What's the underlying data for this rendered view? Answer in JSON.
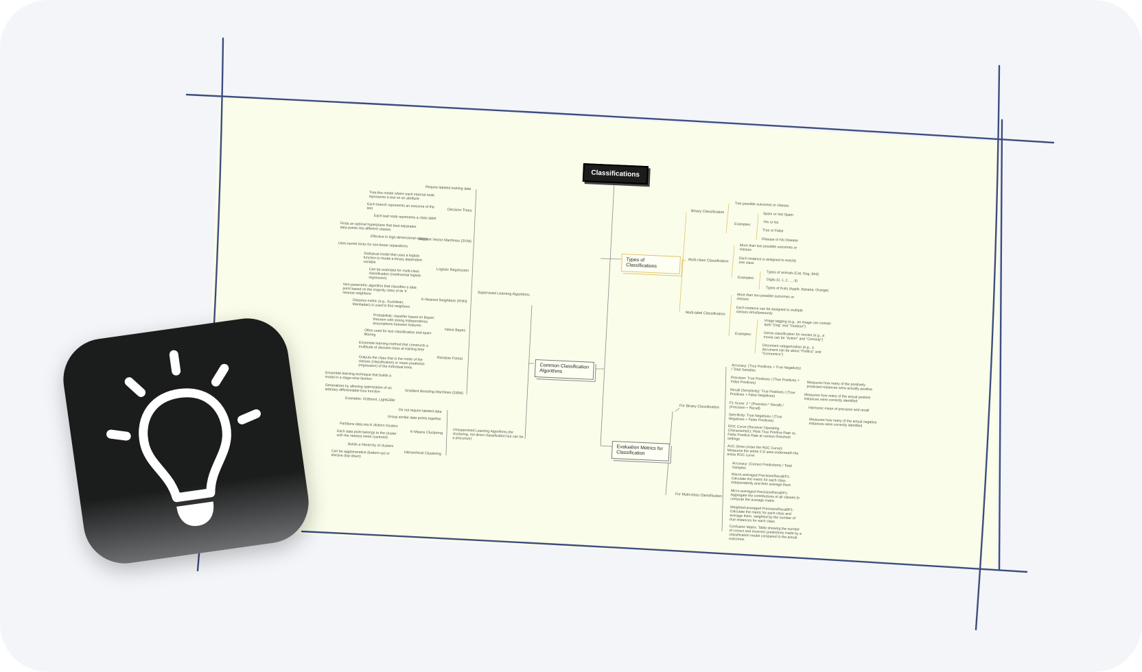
{
  "mindmap": {
    "root": "Classifications",
    "algorithms": {
      "title": "Common Classification Algorithms",
      "supervised": {
        "label": "Supervised Learning Algorithms",
        "requirement": "Require labeled training data",
        "decision_trees": {
          "label": "Decision Trees",
          "items": [
            "Tree-like model where each internal node represents a test on an attribute",
            "Each branch represents an outcome of the test",
            "Each leaf node represents a class label"
          ]
        },
        "svm": {
          "label": "Support Vector Machines (SVM)",
          "items": [
            "Finds an optimal hyperplane that best separates data points into different classes",
            "Effective in high-dimensional spaces",
            "Uses kernel tricks for non-linear separations"
          ]
        },
        "logistic": {
          "label": "Logistic Regression",
          "items": [
            "Statistical model that uses a logistic function to model a binary dependent variable",
            "Can be extended for multi-class classification (multinomial logistic regression)"
          ]
        },
        "knn": {
          "label": "K-Nearest Neighbors (KNN)",
          "items": [
            "Non-parametric algorithm that classifies a data point based on the majority class of its 'k' nearest neighbors",
            "Distance metric (e.g., Euclidean, Manhattan) is used to find neighbors"
          ]
        },
        "naive_bayes": {
          "label": "Naive Bayes",
          "items": [
            "Probabilistic classifier based on Bayes' theorem with strong independence assumptions between features",
            "Often used for text classification and spam filtering"
          ]
        },
        "random_forest": {
          "label": "Random Forest",
          "items": [
            "Ensemble learning method that constructs a multitude of decision trees at training time",
            "Outputs the class that is the mode of the classes (classification) or mean prediction (regression) of the individual trees"
          ]
        },
        "gbm": {
          "label": "Gradient Boosting Machines (GBM)",
          "items": [
            "Ensemble learning technique that builds a model in a stage-wise fashion",
            "Generalizes by allowing optimization of an arbitrary differentiable loss function",
            "Examples: XGBoost, LightGBM"
          ]
        }
      },
      "unsupervised": {
        "label": "Unsupervised Learning Algorithms (for clustering, not direct classification but can be a precursor)",
        "items": [
          "Do not require labeled data",
          "Group similar data points together"
        ],
        "kmeans": {
          "label": "K-Means Clustering",
          "items": [
            "Partitions data into K distinct clusters",
            "Each data point belongs to the cluster with the nearest mean (centroid)"
          ]
        },
        "hierarchical": {
          "label": "Hierarchical Clustering",
          "items": [
            "Builds a hierarchy of clusters",
            "Can be agglomerative (bottom-up) or divisive (top-down)"
          ]
        }
      }
    },
    "types": {
      "title": "Types of Classifications",
      "binary": {
        "label": "Binary Classification",
        "desc": "Two possible outcomes or classes",
        "examples_label": "Examples:",
        "examples": [
          "Spam or Not Spam",
          "Yes or No",
          "True or False",
          "Disease or No Disease"
        ]
      },
      "multiclass": {
        "label": "Multi-class Classification",
        "items": [
          "More than two possible outcomes or classes",
          "Each instance is assigned to exactly one class"
        ],
        "examples_label": "Examples:",
        "examples": [
          "Types of animals (Cat, Dog, Bird)",
          "Digits (0, 1, 2, ..., 9)",
          "Types of fruits (Apple, Banana, Orange)"
        ]
      },
      "multilabel": {
        "label": "Multi-label Classification",
        "items": [
          "More than two possible outcomes or classes",
          "Each instance can be assigned to multiple classes simultaneously"
        ],
        "examples_label": "Examples:",
        "examples": [
          "Image tagging (e.g., an image can contain both \"Dog\" and \"Outdoor\")",
          "Genre classification for movies (e.g., a movie can be \"Action\" and \"Comedy\")",
          "Document categorization (e.g., a document can be about \"Politics\" and \"Economics\")"
        ]
      }
    },
    "metrics": {
      "title": "Evaluation Metrics for Classification",
      "binary": {
        "label": "For Binary Classification",
        "items": [
          "Accuracy: (True Positives + True Negatives) / Total Samples",
          "Precision: True Positives / (True Positives + False Positives)",
          "Recall (Sensitivity): True Positives / (True Positives + False Negatives)",
          "F1-Score: 2 * (Precision * Recall) / (Precision + Recall)",
          "Specificity: True Negatives / (True Negatives + False Positives)",
          "ROC Curve (Receiver Operating Characteristic): Plots True Positive Rate vs. False Positive Rate at various threshold settings",
          "AUC (Area Under the ROC Curve): Measures the entire 2-D area underneath the entire ROC curve"
        ],
        "notes": [
          "Measures how many of the positively predicted instances were actually positive",
          "Measures how many of the actual positive instances were correctly identified",
          "Harmonic mean of precision and recall",
          "Measures how many of the actual negative instances were correctly identified"
        ]
      },
      "multiclass": {
        "label": "For Multi-class Classification",
        "items": [
          "Accuracy: (Correct Predictions) / Total Samples",
          "Macro-averaged Precision/Recall/F1: Calculate the metric for each class independently and then average them",
          "Micro-averaged Precision/Recall/F1: Aggregate the contributions of all classes to compute the average metric",
          "Weighted-averaged Precision/Recall/F1: Calculate the metric for each class and average them, weighted by the number of true instances for each class",
          "Confusion Matrix: Table showing the number of correct and incorrect predictions made by a classification model compared to the actual outcomes"
        ]
      }
    }
  },
  "colors": {
    "board": "#fafde9",
    "frame_lines": "#3d4d7e",
    "types_accent": "#e0c36a",
    "tile": "#1b1c1c",
    "background": "#f3f5f9"
  },
  "icon": "lightbulb-icon"
}
